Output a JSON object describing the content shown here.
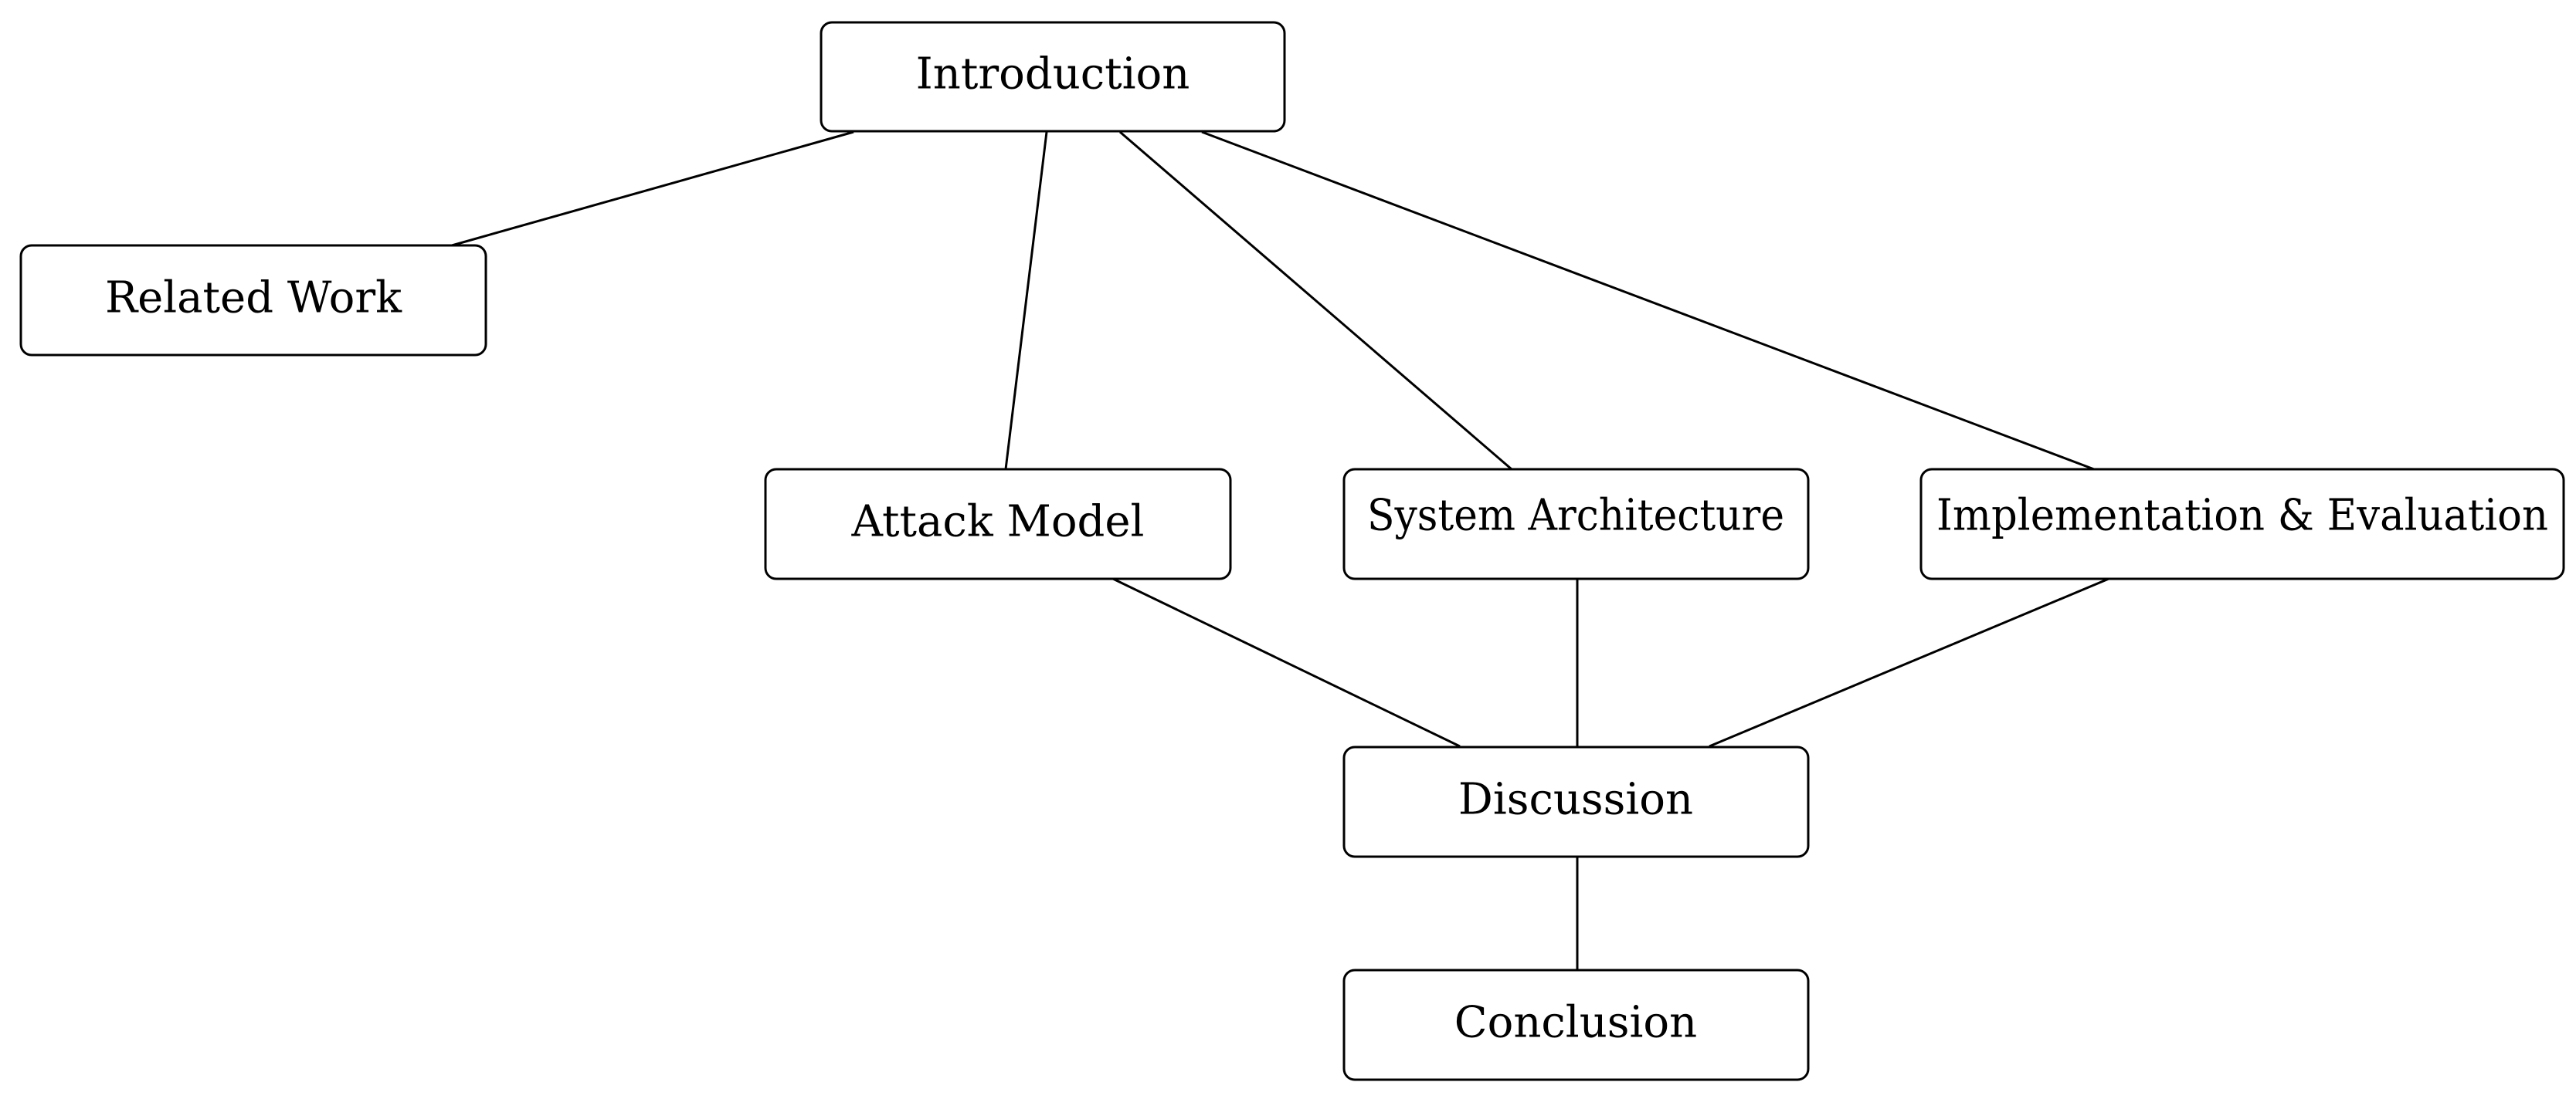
{
  "nodes": {
    "introduction": "Introduction",
    "related_work": "Related Work",
    "attack_model": "Attack Model",
    "system_architecture": "System Architecture",
    "implementation_evaluation": "Implementation & Evaluation",
    "discussion": "Discussion",
    "conclusion": "Conclusion"
  },
  "edges": [
    [
      "introduction",
      "related_work"
    ],
    [
      "introduction",
      "attack_model"
    ],
    [
      "introduction",
      "system_architecture"
    ],
    [
      "introduction",
      "implementation_evaluation"
    ],
    [
      "attack_model",
      "discussion"
    ],
    [
      "system_architecture",
      "discussion"
    ],
    [
      "implementation_evaluation",
      "discussion"
    ],
    [
      "discussion",
      "conclusion"
    ]
  ]
}
